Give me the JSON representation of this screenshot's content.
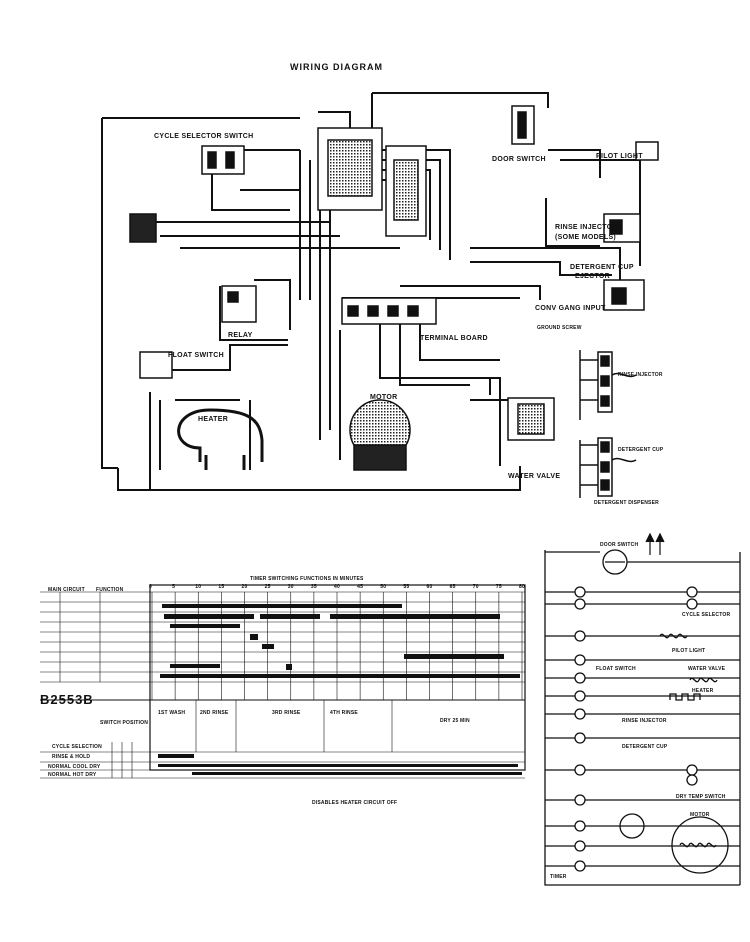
{
  "diagram": {
    "title": "WIRING DIAGRAM",
    "components": {
      "cycle_selector_switch": "CYCLE SELECTOR SWITCH",
      "door_switch": "DOOR SWITCH",
      "pilot_light": "PILOT LIGHT",
      "rinse_injector": "RINSE INJECTOR",
      "rinse_injector_note": "(SOME MODELS)",
      "detergent_cup_ejector_1": "DETERGENT CUP",
      "detergent_cup_ejector_2": "EJECTOR",
      "conv_gang_input": "CONV GANG INPUT",
      "ground_screw": "GROUND SCREW",
      "relay": "RELAY",
      "float_switch": "FLOAT SWITCH",
      "terminal_board": "TERMINAL BOARD",
      "heater": "HEATER",
      "motor": "MOTOR",
      "water_valve": "WATER VALVE"
    },
    "inset_labels": {
      "rinse_injector": "RINSE INJECTOR",
      "detergent_cup": "DETERGENT CUP",
      "detergent_dispenser": "DETERGENT DISPENSER"
    }
  },
  "timer_chart": {
    "header": "TIMER SWITCHING FUNCTIONS IN MINUTES",
    "col_main_circuit": "MAIN CIRCUIT",
    "col_function": "FUNCTION",
    "minute_ticks": [
      "0",
      "5",
      "10",
      "15",
      "20",
      "25",
      "30",
      "35",
      "40",
      "45",
      "50",
      "55",
      "60",
      "65",
      "70",
      "75",
      "80"
    ],
    "model": "B2553B",
    "switch_position": "SWITCH POSITION",
    "cycle_selection": "CYCLE SELECTION",
    "cycle_rows": [
      "RINSE & HOLD",
      "NORMAL COOL DRY",
      "NORMAL HOT DRY"
    ],
    "stage_labels": [
      "1ST WASH",
      "2ND RINSE",
      "3RD RINSE",
      "4TH RINSE",
      "DRY 25 MIN"
    ],
    "footer_note": "DISABLES HEATER CIRCUIT OFF"
  },
  "schematic": {
    "door_switch": "DOOR SWITCH",
    "cycle_selector": "CYCLE SELECTOR",
    "pilot_light": "PILOT LIGHT",
    "float_switch": "FLOAT SWITCH",
    "water_valve": "WATER VALVE",
    "heater": "HEATER",
    "rinse_injector": "RINSE INJECTOR",
    "detergent_cup": "DETERGENT CUP",
    "dry_temp_switch": "DRY TEMP SWITCH",
    "motor": "MOTOR",
    "timer": "TIMER"
  }
}
